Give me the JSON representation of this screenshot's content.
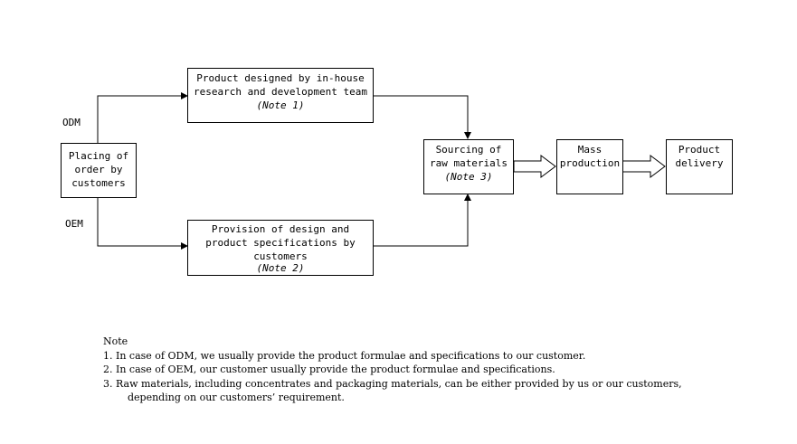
{
  "diagram": {
    "nodes": {
      "order": {
        "lines": [
          "Placing of",
          "order by",
          "customers"
        ]
      },
      "odm_design": {
        "lines": [
          "Product designed by in-house",
          "research and development team"
        ],
        "note": "(Note 1)"
      },
      "oem_design": {
        "lines": [
          "Provision of design and",
          "product specifications by",
          "customers"
        ],
        "note": "(Note 2)"
      },
      "sourcing": {
        "lines": [
          "Sourcing of",
          "raw materials"
        ],
        "note": "(Note 3)"
      },
      "mass": {
        "lines": [
          "Mass",
          "production"
        ]
      },
      "delivery": {
        "lines": [
          "Product",
          "delivery"
        ]
      }
    },
    "edge_labels": {
      "odm": "ODM",
      "oem": "OEM"
    }
  },
  "notes": {
    "title": "Note",
    "items": [
      "1. In case of ODM, we usually provide the product formulae and specifications to our customer.",
      "2. In case of OEM, our customer usually provide the product formulae and specifications.",
      "3. Raw materials, including concentrates and packaging materials, can be either provided by us or our customers,"
    ],
    "continuation": "depending on our customers’ requirement."
  }
}
